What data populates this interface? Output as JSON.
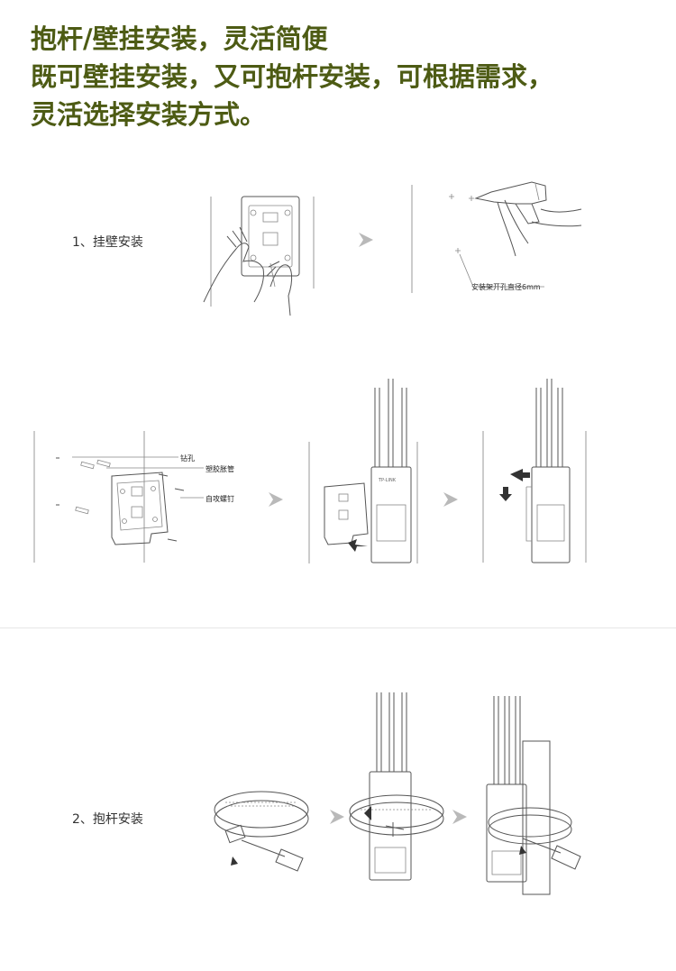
{
  "headline": {
    "line1": "抱杆/壁挂安装，灵活简便",
    "line2": "既可壁挂安装，又可抱杆安装，可根据需求，",
    "line3": "灵活选择安装方式。"
  },
  "wall_mount": {
    "step_label": "1、挂壁安装",
    "drill_note": "安装架开孔直径6mm",
    "callouts": {
      "drill_hole": "钻孔",
      "anchor": "塑胶胀管",
      "screw": "自攻螺钉"
    },
    "device_brand": "TP-LINK"
  },
  "pole_mount": {
    "step_label": "2、抱杆安装"
  },
  "colors": {
    "headline": "#4d5b14",
    "arrow": "#b9b9b9",
    "line_art": "#555555"
  }
}
